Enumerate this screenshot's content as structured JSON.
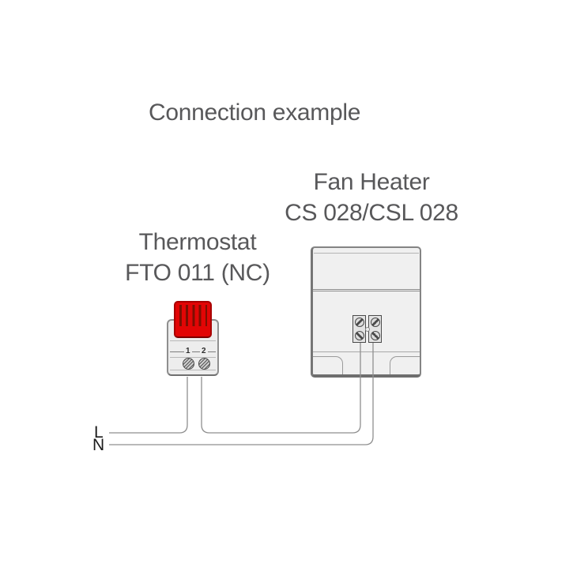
{
  "title": "Connection example",
  "fan_heater": {
    "name": "Fan Heater",
    "model": "CS 028/CSL 028"
  },
  "thermostat": {
    "name": "Thermostat",
    "model": "FTO 011 (NC)",
    "terminals": [
      "1",
      "2"
    ]
  },
  "power_lines": {
    "live": "L",
    "neutral": "N"
  },
  "colors": {
    "label_text": "#58585a",
    "wire": "#8f8f8f",
    "knob_red": "#e20505",
    "knob_ridge": "#7d0f02",
    "device_fill": "#f0f0f0",
    "device_border": "#848484",
    "terminal_border": "#4a4a4a",
    "line_label_text": "#1c1c1c"
  }
}
